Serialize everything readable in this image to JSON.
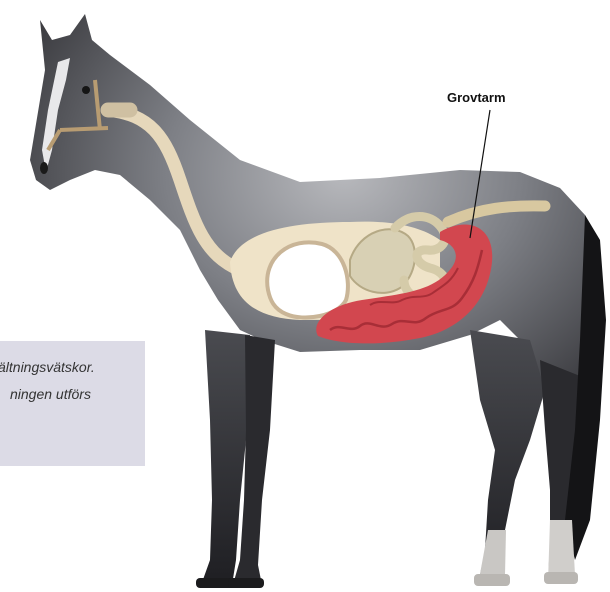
{
  "caption": {
    "line1": "ältningsvätskor.",
    "line2": "ningen utförs"
  },
  "labels": {
    "large_intestine": "Grovtarm"
  },
  "colors": {
    "caption_bg": "#dcdbe6",
    "coat_dark": "#3a3a3e",
    "coat_grey": "#8d8f95",
    "gut_cream": "#efe3c8",
    "stomach": "#c9b597",
    "large_intestine_red": "#d2474f",
    "small_intestine": "#d8d0b4",
    "hoof": "#b9b6b2"
  }
}
